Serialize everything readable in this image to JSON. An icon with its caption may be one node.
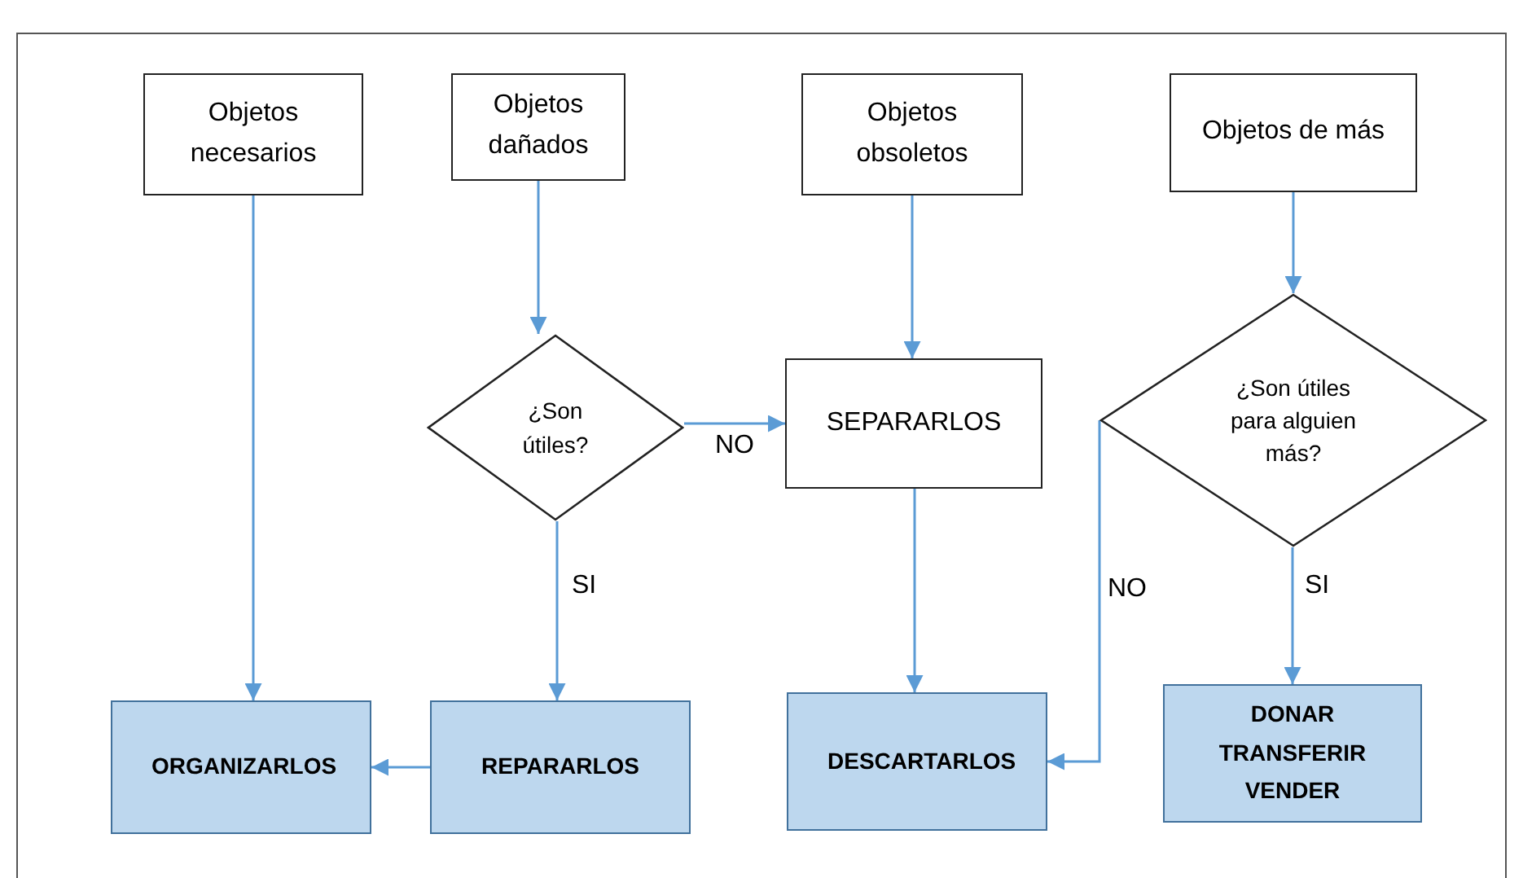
{
  "diagram": {
    "nodes": [
      {
        "text": [
          "Objetos necesarios"
        ]
      },
      {
        "text": [
          "Objetos dañados"
        ]
      },
      {
        "text": [
          "Objetos obsoletos"
        ]
      },
      {
        "text": [
          "Objetos de más"
        ]
      },
      {
        "text": [
          "¿Son útiles?"
        ]
      },
      {
        "text": [
          "SEPARARLOS"
        ]
      },
      {
        "text": [
          "¿Son útiles para alguien más?"
        ]
      },
      {
        "text": [
          "ORGANIZARLOS"
        ]
      },
      {
        "text": [
          "REPARARLOS"
        ]
      },
      {
        "text": [
          "DESCARTARLOS"
        ]
      },
      {
        "text": [
          "DONAR TRANSFERIR VENDER"
        ]
      }
    ],
    "edges": [
      {
        "from": 0,
        "to": 7,
        "arrow": "to"
      },
      {
        "from": 1,
        "to": 4,
        "arrow": "to"
      },
      {
        "from": 4,
        "to": 5,
        "arrow": "to",
        "label": "NO"
      },
      {
        "from": 4,
        "to": 8,
        "arrow": "to",
        "label": "SI"
      },
      {
        "from": 8,
        "to": 7,
        "arrow": "to"
      },
      {
        "from": 2,
        "to": 5,
        "arrow": "to"
      },
      {
        "from": 5,
        "to": 9,
        "arrow": "to"
      },
      {
        "from": 3,
        "to": 6,
        "arrow": "to"
      },
      {
        "from": 6,
        "to": 9,
        "arrow": "to",
        "label": "NO"
      },
      {
        "from": 6,
        "to": 10,
        "arrow": "to",
        "label": "SI"
      }
    ]
  }
}
